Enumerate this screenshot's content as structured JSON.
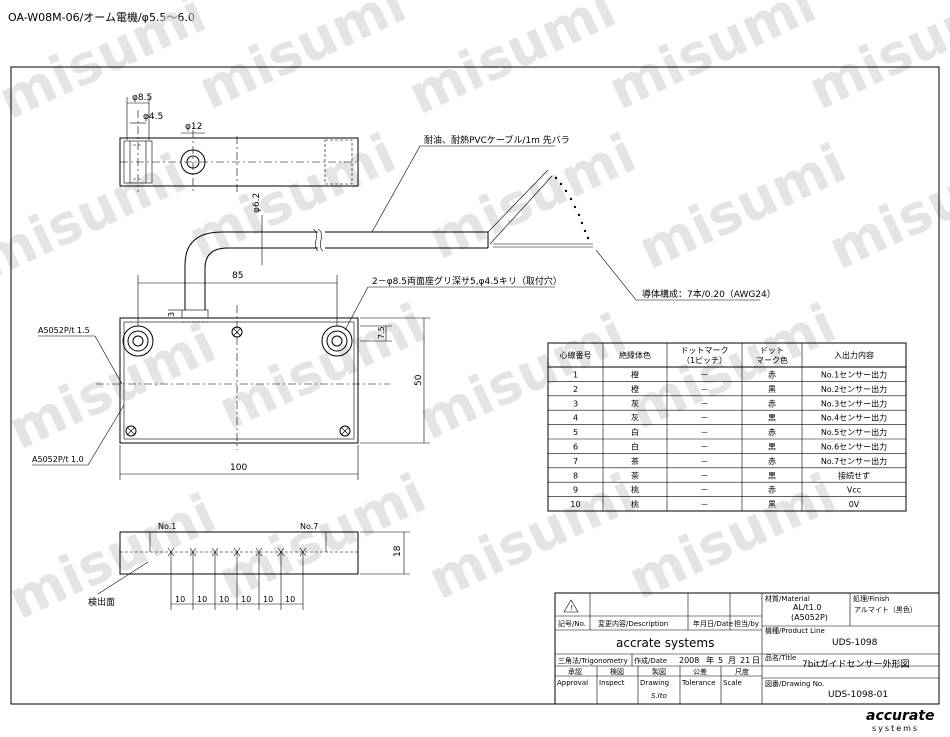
{
  "header": {
    "title": "OA-W08M-06/オーム電機/φ5.5～6.0"
  },
  "watermark": "misumi",
  "logo": {
    "line1": "accurate",
    "line2": "systems"
  },
  "top_view": {
    "dims": [
      "φ8.5",
      "φ4.5",
      "φ12"
    ]
  },
  "cable": {
    "note": "耐油、耐熱PVCケーブル/1m 先バラ",
    "diameter": "φ6.2",
    "conductor": "導体構成：7本/0.20（AWG24）"
  },
  "main_view": {
    "dim_85": "85",
    "hole_note": "2－φ8.5両面座グリ深サ5,φ4.5キリ（取付穴）",
    "material_top": "A5052P/t 1.5",
    "material_bottom": "A5052P/t 1.0",
    "dim_3": "3",
    "dim_7_5": "7.5",
    "dim_50": "50",
    "dim_100": "100"
  },
  "side_view": {
    "no1": "No.1",
    "no7": "No.7",
    "dim_18": "18",
    "pitch": [
      "10",
      "10",
      "10",
      "10",
      "10",
      "10"
    ],
    "face_label": "検出面"
  },
  "wire_table": {
    "headers": [
      "心線番号",
      "絶縁体色",
      "ドットマーク\n（1ピッチ）",
      "ドット\nマーク色",
      "入出力内容"
    ],
    "rows": [
      [
        "1",
        "橙",
        "－",
        "赤",
        "No.1センサー出力"
      ],
      [
        "2",
        "橙",
        "－",
        "黒",
        "No.2センサー出力"
      ],
      [
        "3",
        "灰",
        "－",
        "赤",
        "No.3センサー出力"
      ],
      [
        "4",
        "灰",
        "－",
        "黒",
        "No.4センサー出力"
      ],
      [
        "5",
        "白",
        "－",
        "赤",
        "No.5センサー出力"
      ],
      [
        "6",
        "白",
        "－",
        "黒",
        "No.6センサー出力"
      ],
      [
        "7",
        "茶",
        "－",
        "赤",
        "No.7センサー出力"
      ],
      [
        "8",
        "茶",
        "－",
        "黒",
        "接続せず"
      ],
      [
        "9",
        "桃",
        "－",
        "赤",
        "Vcc"
      ],
      [
        "10",
        "桃",
        "－",
        "黒",
        "0V"
      ]
    ]
  },
  "title_block": {
    "material_label": "材質/Material",
    "material_value1": "AL/t1.0",
    "material_value2": "(A5052P)",
    "finish_label": "処理/Finish",
    "finish_value": "アルマイト（黒色）",
    "product_line_label": "機種/Product Line",
    "product_line_value": "UDS-1098",
    "rev_label": "記号/No.",
    "desc_label": "変更内容/Description",
    "date_label": "年月日/Date",
    "by_label": "担当/by",
    "company": "accrate systems",
    "title_label": "品名/Title",
    "title_value": "7bitガイドセンサー外形図",
    "trig_label": "三角法/Trigonometry",
    "date2_label": "作成/Date",
    "date_year": "2008",
    "year_unit": "年",
    "date_month": "5",
    "month_unit": "月",
    "date_day": "21",
    "day_unit": "日",
    "approval_jp": "承認",
    "inspect_jp": "検図",
    "drawing_jp": "製図",
    "tolerance_jp": "公差",
    "scale_jp": "尺度",
    "approval": "Approval",
    "inspect": "Inspect",
    "drawing": "Drawing",
    "tolerance": "Tolerance",
    "scale": "Scale",
    "drawer": "S.Ito",
    "drawing_no_label": "図番/Drawing No.",
    "drawing_no": "UDS-1098-01"
  }
}
